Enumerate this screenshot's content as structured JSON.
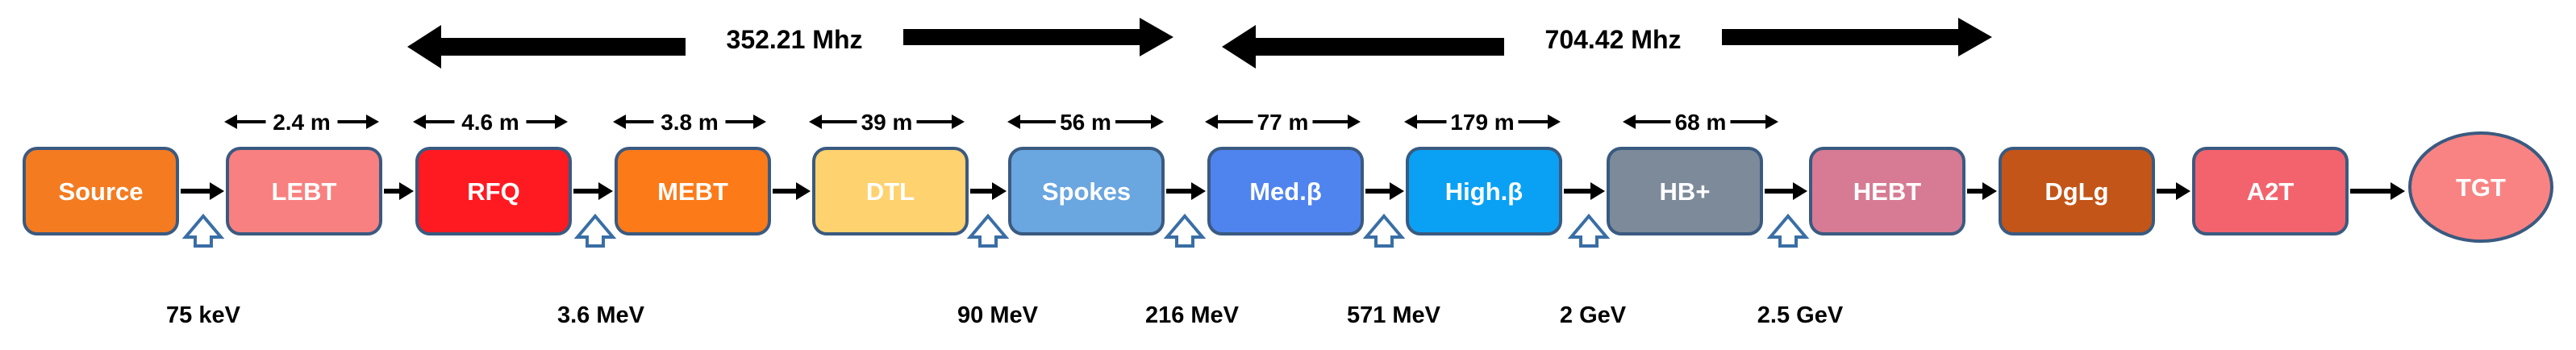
{
  "frequencies": [
    {
      "label": "352.21 Mhz"
    },
    {
      "label": "704.42 Mhz"
    }
  ],
  "blocks": [
    {
      "label": "Source",
      "color": "#f47b20",
      "shape": "rect"
    },
    {
      "label": "LEBT",
      "color": "#f98080",
      "shape": "rect"
    },
    {
      "label": "RFQ",
      "color": "#ff1a22",
      "shape": "rect"
    },
    {
      "label": "MEBT",
      "color": "#fc7a18",
      "shape": "rect"
    },
    {
      "label": "DTL",
      "color": "#ffd270",
      "shape": "rect"
    },
    {
      "label": "Spokes",
      "color": "#6aa6e0",
      "shape": "rect"
    },
    {
      "label": "Med.β",
      "color": "#4f84ef",
      "shape": "rect"
    },
    {
      "label": "High.β",
      "color": "#0aa1f4",
      "shape": "rect"
    },
    {
      "label": "HB+",
      "color": "#7c8a99",
      "shape": "rect"
    },
    {
      "label": "HEBT",
      "color": "#d67b93",
      "shape": "rect"
    },
    {
      "label": "DgLg",
      "color": "#c35518",
      "shape": "rect"
    },
    {
      "label": "A2T",
      "color": "#f3636d",
      "shape": "rect"
    },
    {
      "label": "TGT",
      "color": "#f98383",
      "shape": "ellipse"
    }
  ],
  "lengths": [
    {
      "label": "2.4 m"
    },
    {
      "label": "4.6 m"
    },
    {
      "label": "3.8 m"
    },
    {
      "label": "39 m"
    },
    {
      "label": "56 m"
    },
    {
      "label": "77 m"
    },
    {
      "label": "179 m"
    },
    {
      "label": "68 m"
    }
  ],
  "energies": [
    {
      "label": "75 keV"
    },
    {
      "label": "3.6 MeV"
    },
    {
      "label": "90 MeV"
    },
    {
      "label": "216 MeV"
    },
    {
      "label": "571 MeV"
    },
    {
      "label": "2 GeV"
    },
    {
      "label": "2.5 GeV"
    }
  ]
}
